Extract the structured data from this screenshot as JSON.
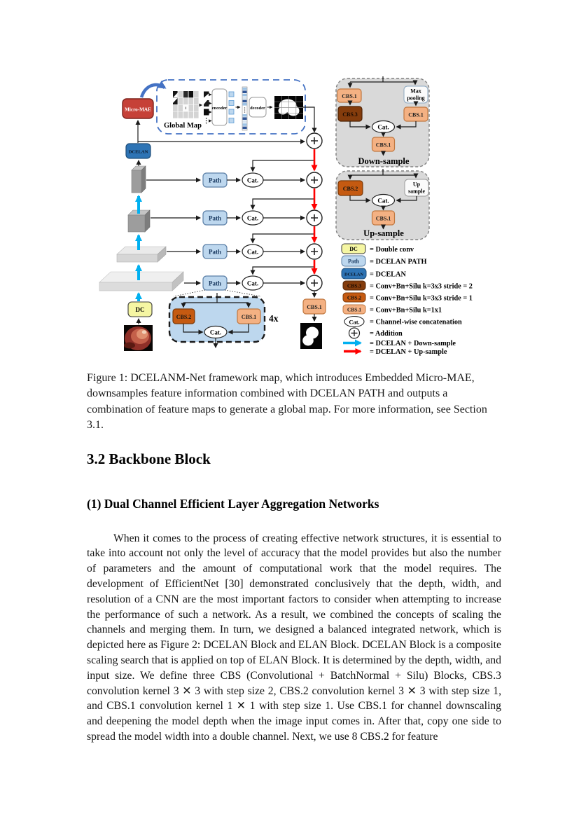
{
  "figure": {
    "labels": {
      "micro_mae": "Micro-MAE",
      "global_map": "Global Map",
      "encoder": "encoder",
      "decoder": "decoder",
      "dcelan": "DCELAN",
      "path": "Path",
      "cat": "Cat.",
      "dc": "DC",
      "cbs1": "CBS.1",
      "cbs2": "CBS.2",
      "cbs3": "CBS.3",
      "max_pooling_1": "Max",
      "max_pooling_2": "pooling",
      "up_sample_1": "Up",
      "up_sample_2": "sample",
      "down_sample_title": "Down-sample",
      "up_sample_title": "Up-sample",
      "repeat": "4x"
    },
    "legend": [
      {
        "key": "DC",
        "desc": "=  Double conv"
      },
      {
        "key": "Path",
        "desc": "=  DCELAN PATH"
      },
      {
        "key": "DCELAN",
        "desc": "=  DCELAN"
      },
      {
        "key": "CBS.3",
        "desc": "=  Conv+Bn+Silu k=3x3 stride = 2"
      },
      {
        "key": "CBS.2",
        "desc": "=  Conv+Bn+Silu k=3x3 stride = 1"
      },
      {
        "key": "CBS.1",
        "desc": "=  Conv+Bn+Silu k=1x1"
      },
      {
        "key": "Cat.",
        "desc": "=  Channel-wise concatenation"
      },
      {
        "key": "+",
        "desc": "=  Addition"
      },
      {
        "key": "cyan-arrow",
        "desc": "=  DCELAN + Down-sample"
      },
      {
        "key": "red-arrow",
        "desc": "=  DCELAN + Up-sample"
      }
    ],
    "colors": {
      "dcelan_blue": "#2e74b5",
      "path_light_blue": "#bdd7ee",
      "cbs1_peach": "#f4b183",
      "cbs2_orange": "#c55a11",
      "cbs3_brown": "#843c0c",
      "dc_yellow": "#f5f6a3",
      "micro_mae_red": "#c64138",
      "cyan_arrow": "#00b0f0",
      "red_arrow": "#ff0000",
      "module_gray": "#d9d9d9",
      "mae_dash_blue": "#4472c4"
    }
  },
  "caption": "Figure 1: DCELANM-Net framework map, which introduces Embedded Micro-MAE, downsamples feature information combined with DCELAN PATH and outputs a combination of feature maps to generate a global map. For more information, see Section 3.1.",
  "section_heading": "3.2 Backbone Block",
  "subsection_heading": "(1) Dual Channel Efficient Layer Aggregation Networks",
  "body_text": "When it comes to the process of creating effective network structures, it is essential to take into account not only the level of accuracy that the model provides but also the number of parameters and the amount of computational work that the model requires. The development of EfficientNet [30] demonstrated conclusively that the depth, width, and resolution of a CNN are the most important factors to consider when attempting to increase the performance of such a network. As a result, we combined the concepts of scaling the channels and merging them. In turn, we designed a balanced integrated network, which is depicted here as Figure 2: DCELAN Block and ELAN Block. DCELAN Block is a composite scaling search that is applied on top of ELAN Block. It is determined by the depth, width, and input size. We define three CBS (Convolutional + BatchNormal + Silu) Blocks, CBS.3 convolution kernel 3 ✕ 3 with step size 2, CBS.2 convolution kernel 3 ✕ 3 with step size 1, and CBS.1 convolution kernel 1 ✕ 1 with step size 1. Use CBS.1 for channel downscaling and deepening the model depth when the image input comes in. After that, copy one side to spread the model width into a double channel. Next, we use 8 CBS.2 for feature"
}
